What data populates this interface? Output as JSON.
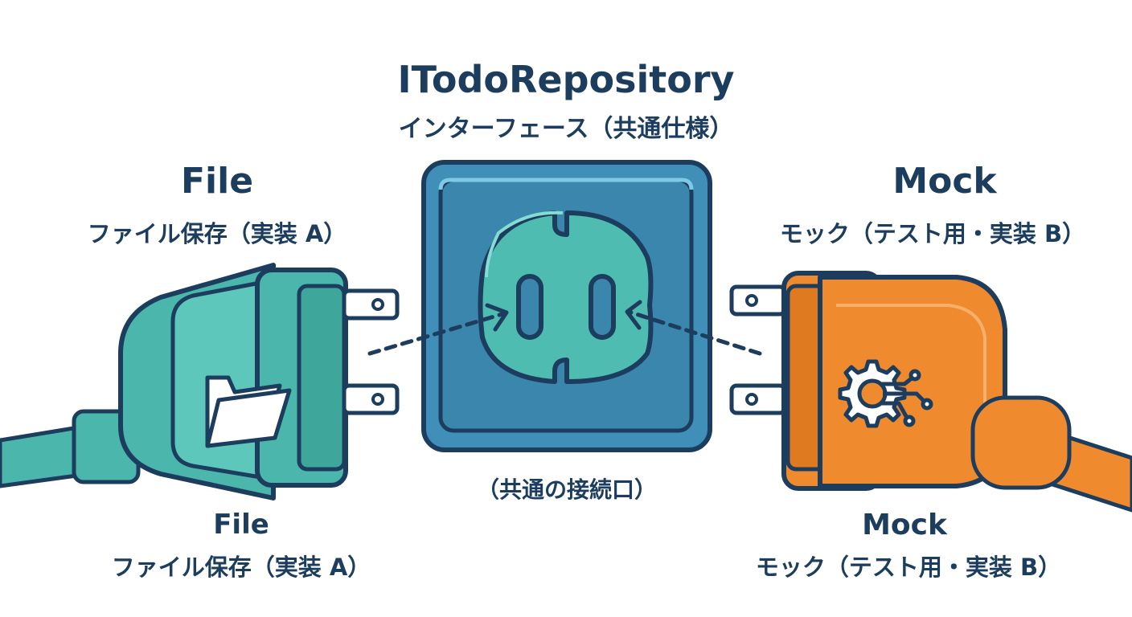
{
  "header": {
    "title": "ITodoRepository",
    "subtitle": "インターフェース（共通仕様）"
  },
  "socket": {
    "caption": "（共通の接続口）"
  },
  "left_plug": {
    "title": "File",
    "subtitle": "ファイル保存（実装 A）",
    "bottom_title": "File",
    "bottom_subtitle": "ファイル保存（実装 A）",
    "icon": "folder-icon",
    "color": "#4bb7ac"
  },
  "right_plug": {
    "title": "Mock",
    "subtitle": "モック（テスト用・実装 B）",
    "bottom_title": "Mock",
    "bottom_subtitle": "モック（テスト用・実装 B）",
    "icon": "gear-circuit-icon",
    "color": "#ef8a2e"
  },
  "colors": {
    "outline": "#1c3d5e",
    "socket_blue": "#3f8fb8",
    "socket_inner": "#4fbcb1"
  }
}
